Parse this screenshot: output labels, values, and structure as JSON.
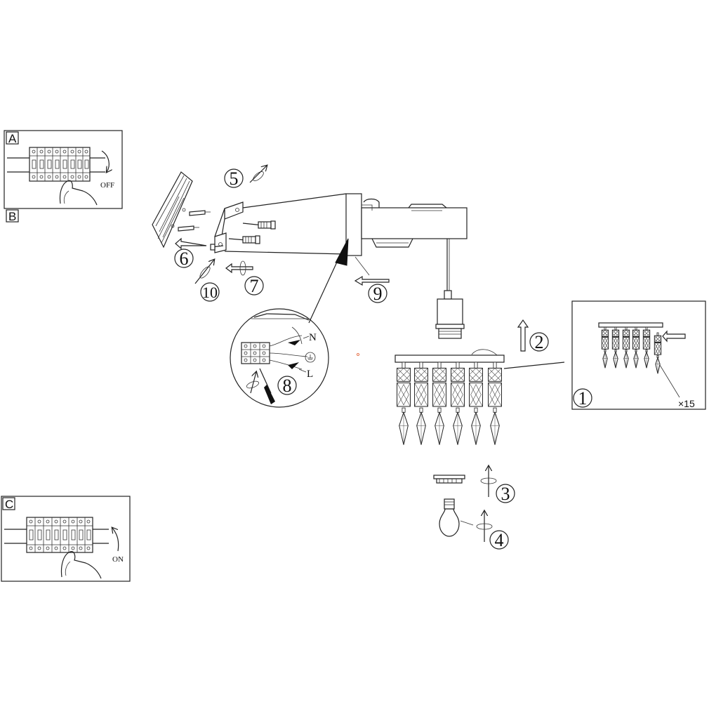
{
  "panels": {
    "a": {
      "letter": "A",
      "switch_label": "OFF"
    },
    "b": {
      "letter": "B"
    },
    "c": {
      "letter": "C",
      "switch_label": "ON"
    }
  },
  "steps": {
    "s1": "1",
    "s2": "2",
    "s3": "3",
    "s4": "4",
    "s5": "5",
    "s6": "6",
    "s7": "7",
    "s8": "8",
    "s9": "9",
    "s10": "10"
  },
  "wiring": {
    "neutral": "N",
    "live": "L"
  },
  "inset": {
    "quantity": "×15"
  }
}
